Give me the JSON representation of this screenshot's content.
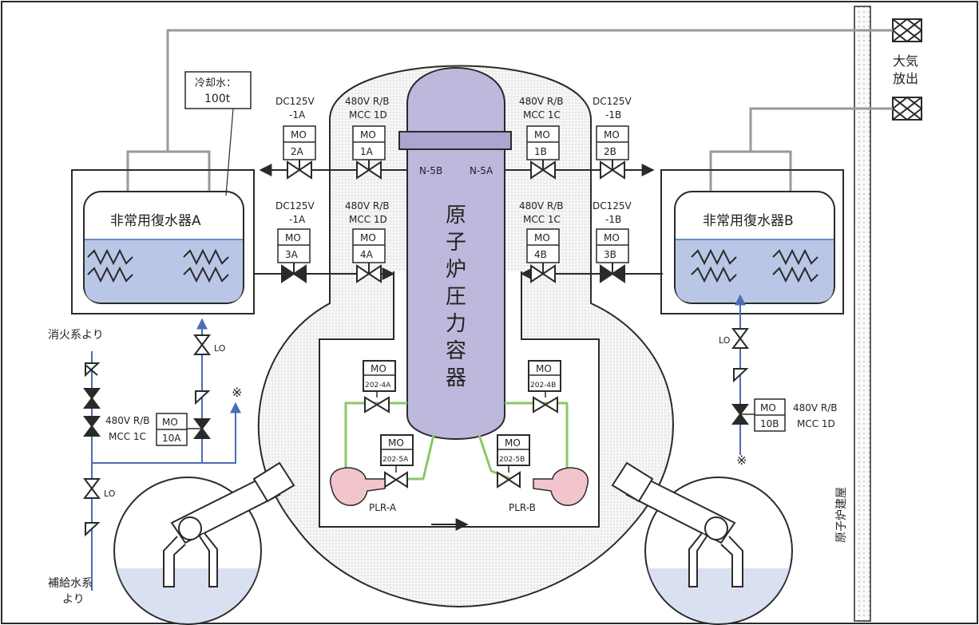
{
  "colors": {
    "line": "#2a2a2a",
    "blue_line": "#4a6fb3",
    "water": "#b9c6e6",
    "vessel": "#bcb9dc",
    "pump": "#f2c4cc",
    "green": "#8cc66a",
    "dot_fill": "#eeeeee"
  },
  "labels": {
    "coolant": "冷却水：",
    "coolant_amount": "100t",
    "atmos1": "大気",
    "atmos2": "放出",
    "condenser_a": "非常用復水器A",
    "condenser_b": "非常用復水器B",
    "rpv": [
      "原",
      "子",
      "炉",
      "圧",
      "力",
      "容",
      "器"
    ],
    "reactor_building": "原子炉建屋",
    "fire_line": "消火系より",
    "makeup1": "補給水系",
    "makeup2": "より",
    "note_mark": "※",
    "plr_a": "PLR-A",
    "plr_b": "PLR-B",
    "n5b": "N-5B",
    "n5a": "N-5A",
    "lo": "LO"
  },
  "valves": [
    {
      "id": "2A",
      "top": "DC125V",
      "sub": "-1A",
      "mo": "MO",
      "num": "2A"
    },
    {
      "id": "1A",
      "top": "480V R/B",
      "sub": "MCC 1D",
      "mo": "MO",
      "num": "1A"
    },
    {
      "id": "1B",
      "top": "480V R/B",
      "sub": "MCC 1C",
      "mo": "MO",
      "num": "1B"
    },
    {
      "id": "2B",
      "top": "DC125V",
      "sub": "-1B",
      "mo": "MO",
      "num": "2B"
    },
    {
      "id": "3A",
      "top": "DC125V",
      "sub": "-1A",
      "mo": "MO",
      "num": "3A"
    },
    {
      "id": "4A",
      "top": "480V R/B",
      "sub": "MCC 1D",
      "mo": "MO",
      "num": "4A"
    },
    {
      "id": "4B",
      "top": "480V R/B",
      "sub": "MCC 1C",
      "mo": "MO",
      "num": "4B"
    },
    {
      "id": "3B",
      "top": "DC125V",
      "sub": "-1B",
      "mo": "MO",
      "num": "3B"
    },
    {
      "id": "2024A",
      "mo": "MO",
      "num": "202-4A"
    },
    {
      "id": "2024B",
      "mo": "MO",
      "num": "202-4B"
    },
    {
      "id": "2025A",
      "mo": "MO",
      "num": "202-5A"
    },
    {
      "id": "2025B",
      "mo": "MO",
      "num": "202-5B"
    },
    {
      "id": "10A",
      "top": "480V R/B",
      "sub": "MCC 1C",
      "mo": "MO",
      "num": "10A"
    },
    {
      "id": "10B",
      "top": "480V R/B",
      "sub": "MCC 1D",
      "mo": "MO",
      "num": "10B"
    }
  ]
}
